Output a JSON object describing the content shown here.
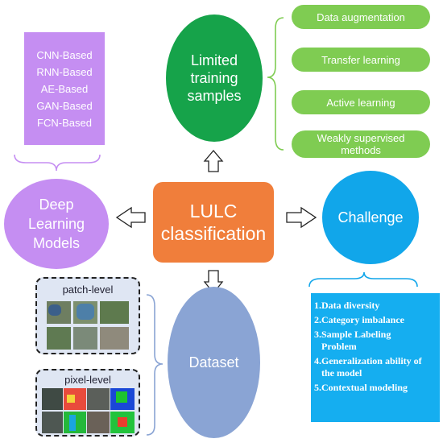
{
  "center": {
    "line1": "LULC",
    "line2": "classification"
  },
  "limited": {
    "line1": "Limited",
    "line2": "training",
    "line3": "samples"
  },
  "techniques": [
    {
      "line1": "Data augmentation",
      "line2": ""
    },
    {
      "line1": "Transfer learning",
      "line2": ""
    },
    {
      "line1": "Active learning",
      "line2": ""
    },
    {
      "line1": "Weakly supervised",
      "line2": "methods"
    }
  ],
  "models": [
    "CNN-Based",
    "RNN-Based",
    "AE-Based",
    "GAN-Based",
    "FCN-Based"
  ],
  "deep_learning": {
    "line1": "Deep",
    "line2": "Learning",
    "line3": "Models"
  },
  "challenge": {
    "label": "Challenge"
  },
  "challenges": [
    {
      "num": "1.",
      "text": "Data diversity"
    },
    {
      "num": "2.",
      "text": "Category imbalance"
    },
    {
      "num": "3.",
      "text": "Sample Labeling Problem"
    },
    {
      "num": "4.",
      "text": "Generalization ability of the model"
    },
    {
      "num": "5.",
      "text": "Contextual modeling"
    }
  ],
  "dataset": {
    "label": "Dataset",
    "patch_label": "patch-level",
    "pixel_label": "pixel-level"
  },
  "colors": {
    "orange": "#f07e3b",
    "green_dark": "#16a34a",
    "green_light": "#7fcc52",
    "purple": "#c58ef2",
    "blue": "#11a6ea",
    "slate": "#8aa4d4"
  }
}
